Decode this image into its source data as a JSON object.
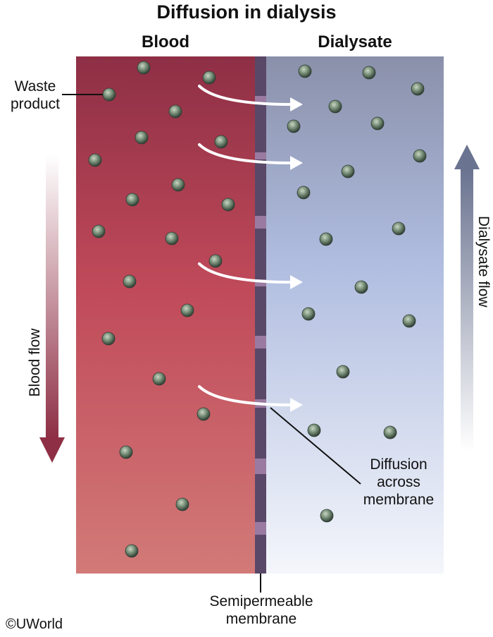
{
  "title": "Diffusion in dialysis",
  "compartments": {
    "blood": "Blood",
    "dialysate": "Dialysate"
  },
  "labels": {
    "waste_product": [
      "Waste",
      "product"
    ],
    "diffusion_across_membrane": [
      "Diffusion",
      "across",
      "membrane"
    ],
    "semipermeable_membrane": [
      "Semipermeable",
      "membrane"
    ],
    "blood_flow": "Blood flow",
    "dialysate_flow": "Dialysate flow"
  },
  "copyright": "©UWorld",
  "colors": {
    "blood_top": "#8e2f45",
    "blood_bottom": "#d27a78",
    "dialysate_top": "#8a90aa",
    "dialysate_mid": "#b4c2e2",
    "dialysate_bottom": "#f4f6fb",
    "membrane": "#5a4868",
    "membrane_pore": "#9a7aa0",
    "particle": "#5f7561"
  }
}
